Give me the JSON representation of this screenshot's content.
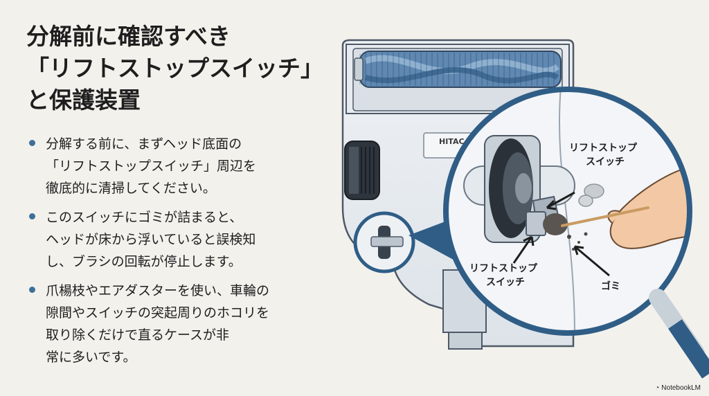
{
  "title": {
    "line1": "分解前に確認すべき",
    "line2": "「リフトストップスイッチ」",
    "line3": "と保護装置"
  },
  "bullets": [
    {
      "lines": [
        "分解する前に、まずヘッド底面の",
        "「リフトストップスイッチ」周辺を",
        "徹底的に清掃してください。"
      ]
    },
    {
      "lines": [
        "このスイッチにゴミが詰まると、",
        "ヘッドが床から浮いていると誤検知",
        "し、ブラシの回転が停止します。"
      ]
    },
    {
      "lines": [
        "爪楊枝やエアダスターを使い、車輪の",
        "隙間やスイッチの突起周りのホコリを",
        "取り除くだけで直るケースが非",
        "常に多いです。"
      ]
    }
  ],
  "illustration": {
    "brand_partial": "HITAC",
    "callout_top": [
      "リフトストップ",
      "スイッチ"
    ],
    "callout_bottom": [
      "リフトストップ",
      "スイッチ"
    ],
    "callout_dust": "ゴミ"
  },
  "watermark": "NotebookLM",
  "colors": {
    "accent": "#3e6f99",
    "ring": "#2f5d86",
    "background": "#f3f1ec"
  },
  "icons": {
    "bullet": "bullet-dot-icon",
    "watermark": "notebooklm-logo-icon"
  }
}
